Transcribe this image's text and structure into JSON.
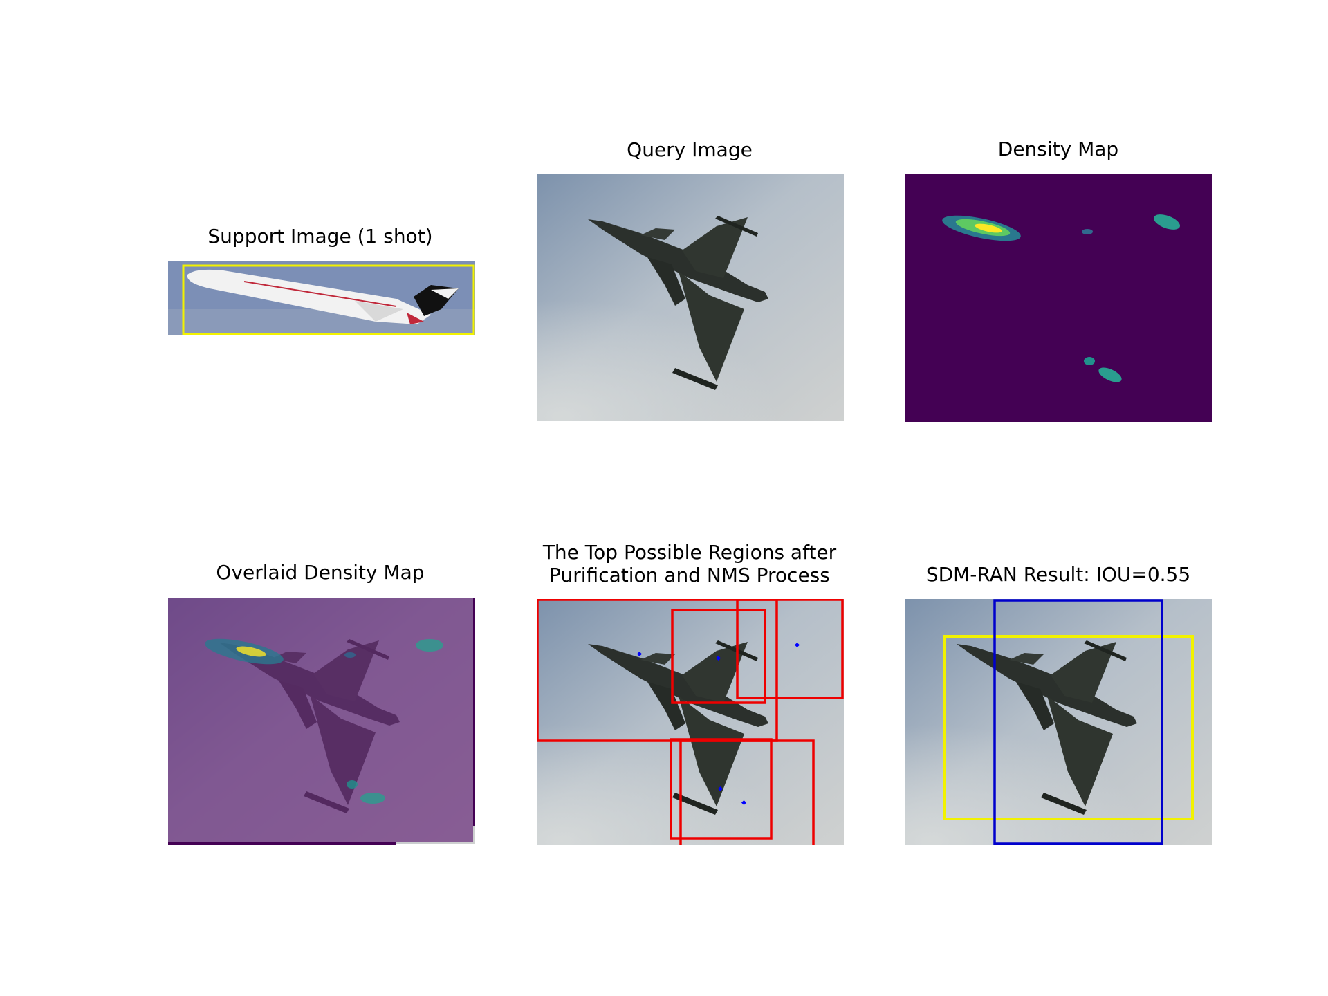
{
  "figure": {
    "panels": [
      {
        "id": "support",
        "title": "Support Image (1 shot)",
        "box_color": "#f2f200"
      },
      {
        "id": "query",
        "title": "Query Image"
      },
      {
        "id": "density",
        "title": "Density Map",
        "bg_color": "#440154"
      },
      {
        "id": "overlay",
        "title": "Overlaid Density Map"
      },
      {
        "id": "regions",
        "title": "The Top Possible Regions after\nPurification and NMS Process",
        "box_color": "#ee0000",
        "point_color": "#0000ff"
      },
      {
        "id": "result",
        "title": "SDM-RAN Result: IOU=0.55",
        "pred_color": "#f2f200",
        "gt_color": "#0000cc"
      }
    ]
  }
}
